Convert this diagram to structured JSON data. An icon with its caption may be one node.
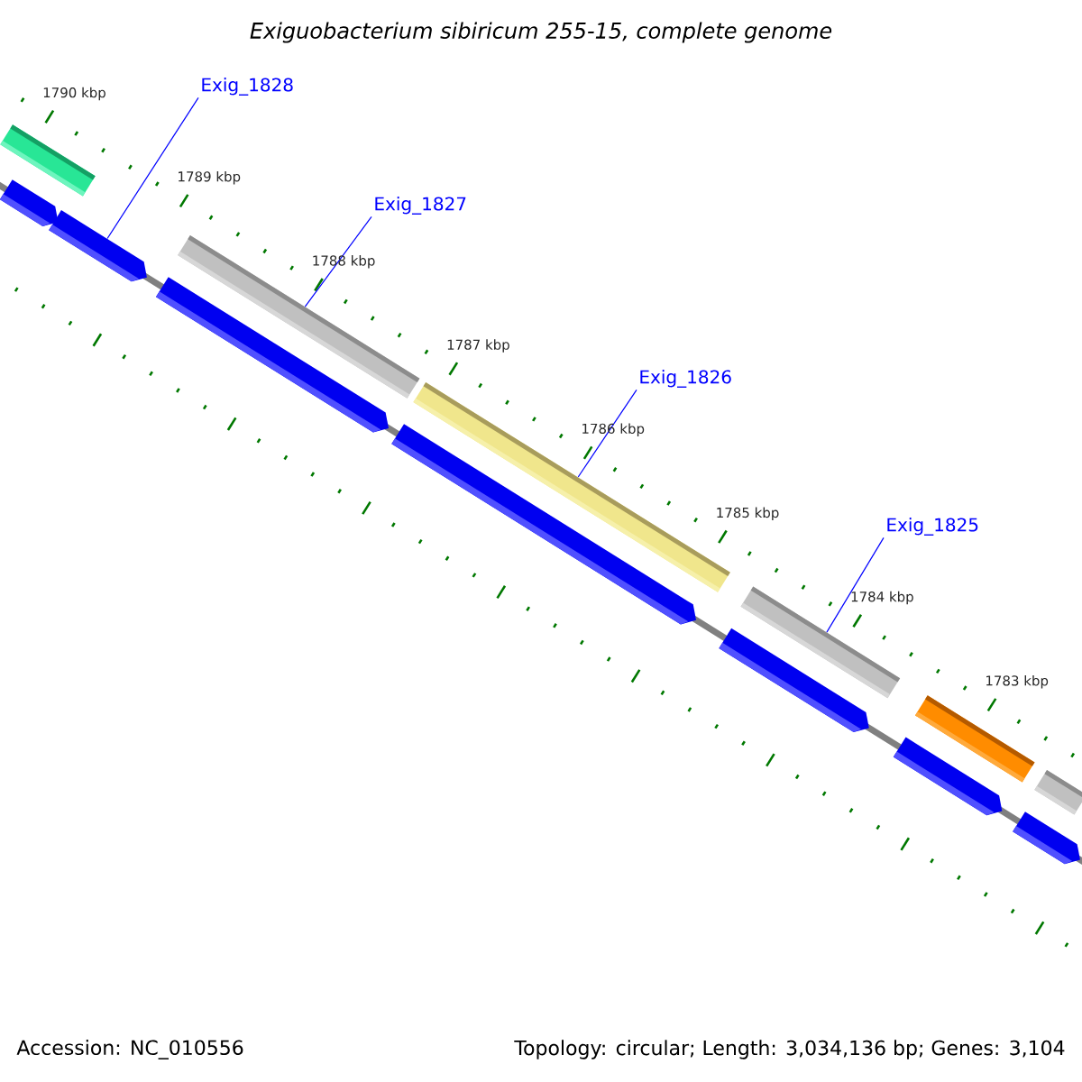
{
  "diagram": {
    "title": "Exiguobacterium sibiricum 255-15, complete genome",
    "nodes": [
      {
        "text": [
          "Exig_1828"
        ]
      },
      {
        "text": [
          "Exig_1827"
        ]
      },
      {
        "text": [
          "Exig_1826"
        ]
      },
      {
        "text": [
          "Exig_1825"
        ]
      },
      {
        "text": [],
        "shape": "arrow"
      },
      {
        "text": [],
        "shape": "arrow"
      },
      {
        "text": [],
        "shape": "arrow"
      },
      {
        "text": [],
        "shape": "arrow"
      },
      {
        "text": [],
        "shape": "arrow"
      },
      {
        "text": [],
        "shape": "arrow"
      },
      {
        "text": [],
        "shape": "arrow"
      },
      {
        "text": [],
        "shape": "bar"
      },
      {
        "text": [],
        "shape": "bar"
      },
      {
        "text": [],
        "shape": "bar"
      },
      {
        "text": [],
        "shape": "bar"
      },
      {
        "text": [],
        "shape": "bar"
      },
      {
        "text": [],
        "shape": "bar"
      }
    ],
    "edges": [
      {
        "from": 0,
        "to": 5,
        "arrow": "none"
      },
      {
        "from": 1,
        "to": 12,
        "arrow": "none"
      },
      {
        "from": 2,
        "to": 13,
        "arrow": "none"
      },
      {
        "from": 3,
        "to": 14,
        "arrow": "none"
      }
    ],
    "labels": [
      "1790 kbp",
      "1789 kbp",
      "1788 kbp",
      "1787 kbp",
      "1786 kbp",
      "1785 kbp",
      "1784 kbp",
      "1783 kbp",
      "Accession: NC_010556",
      "Topology: circular; Length: 3,034,136 bp; Genes: 3,104"
    ]
  }
}
